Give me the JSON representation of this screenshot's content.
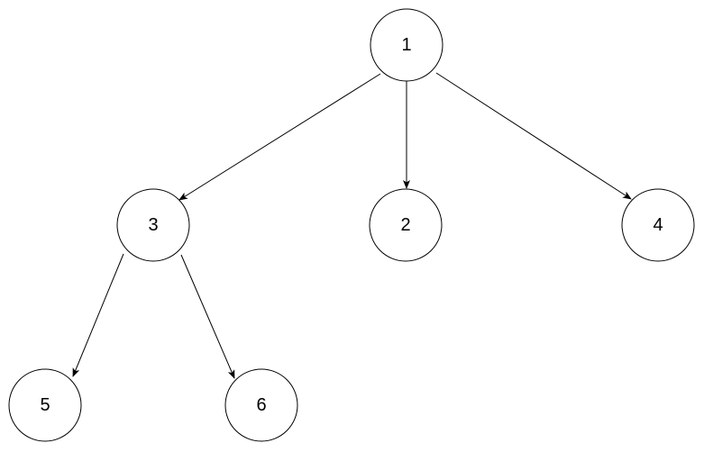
{
  "tree": {
    "nodes": [
      {
        "id": "n1",
        "label": "1"
      },
      {
        "id": "n3",
        "label": "3"
      },
      {
        "id": "n2",
        "label": "2"
      },
      {
        "id": "n4",
        "label": "4"
      },
      {
        "id": "n5",
        "label": "5"
      },
      {
        "id": "n6",
        "label": "6"
      }
    ],
    "edges": [
      {
        "from": "n1",
        "to": "n3"
      },
      {
        "from": "n1",
        "to": "n2"
      },
      {
        "from": "n1",
        "to": "n4"
      },
      {
        "from": "n3",
        "to": "n5"
      },
      {
        "from": "n3",
        "to": "n6"
      }
    ]
  },
  "colors": {
    "stroke": "#000000",
    "fill": "#ffffff",
    "text": "#000000"
  }
}
